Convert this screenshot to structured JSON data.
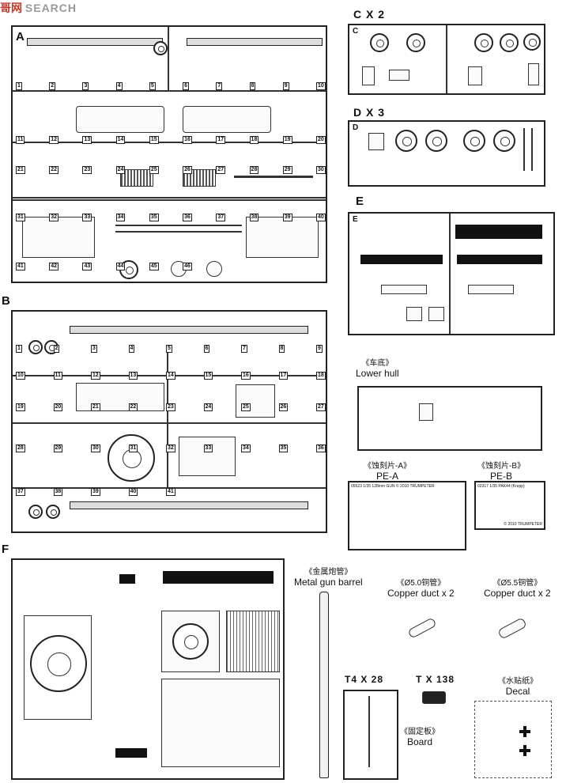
{
  "watermark": {
    "chinese": "哥网",
    "english": "SEARCH"
  },
  "sprues": {
    "A": {
      "letter": "A"
    },
    "B": {
      "letter": "B"
    },
    "C": {
      "letter": "C",
      "qty": "C X 2"
    },
    "D": {
      "letter": "D",
      "qty": "D X 3"
    },
    "E": {
      "letter": "E"
    },
    "F": {
      "letter": "F"
    }
  },
  "parts": {
    "lower_hull": {
      "cn": "《车底》",
      "en": "Lower hull"
    },
    "pe_a": {
      "cn": "《蚀刻片-A》",
      "en": "PE-A",
      "plate_text": "05523 1/35 128mm GUN © 2010 TRUMPETER"
    },
    "pe_b": {
      "cn": "《蚀刻片-B》",
      "en": "PE-B",
      "plate_text": "02317 1/35 PAK44 (Krupp)",
      "plate_text2": "© 2010 TRUMPETER"
    },
    "metal_barrel": {
      "cn": "《金属炮管》",
      "en": "Metal gun barrel"
    },
    "copper_50": {
      "cn": "《Ø5.0铜管》",
      "en": "Copper duct x 2"
    },
    "copper_55": {
      "cn": "《Ø5.5铜管》",
      "en": "Copper duct x 2"
    },
    "t4": {
      "label": "T4 X 28"
    },
    "t": {
      "label": "T X 138"
    },
    "board": {
      "cn": "《固定板》",
      "en": "Board"
    },
    "decal": {
      "cn": "《水贴纸》",
      "en": "Decal"
    }
  },
  "numbers_a": [
    "1",
    "2",
    "3",
    "4",
    "5",
    "6",
    "7",
    "8",
    "9",
    "10",
    "11",
    "12",
    "13",
    "14",
    "15",
    "16",
    "17",
    "18",
    "19",
    "20",
    "21",
    "22",
    "23",
    "24",
    "25",
    "26",
    "27",
    "28",
    "29",
    "30",
    "31",
    "32",
    "33",
    "34",
    "35",
    "36",
    "37",
    "38",
    "39",
    "40",
    "41",
    "42",
    "43",
    "44",
    "45",
    "46"
  ],
  "numbers_b": [
    "1",
    "2",
    "3",
    "4",
    "5",
    "6",
    "7",
    "8",
    "9",
    "10",
    "11",
    "12",
    "13",
    "14",
    "15",
    "16",
    "17",
    "18",
    "19",
    "20",
    "21",
    "22",
    "23",
    "24",
    "25",
    "26",
    "27",
    "28",
    "29",
    "30",
    "31",
    "32",
    "33",
    "34",
    "35",
    "36",
    "37",
    "38",
    "39",
    "40",
    "41"
  ]
}
